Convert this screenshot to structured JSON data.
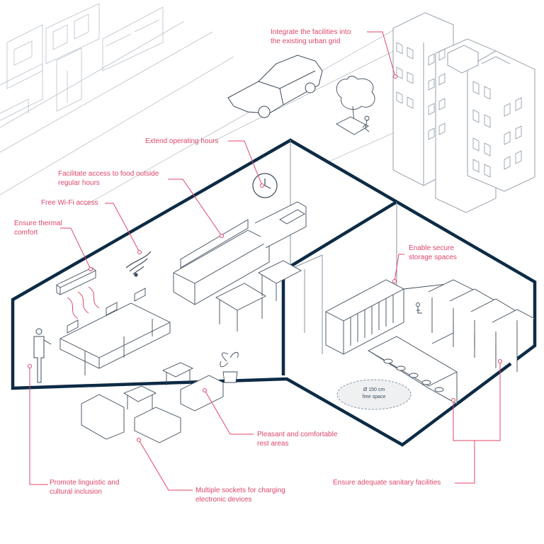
{
  "diagram": {
    "accent_color": "#e0466a",
    "outline_color": "#0d2b45",
    "line_color": "#8a96a3"
  },
  "labels": {
    "urban_grid": "Integrate the facilities into\nthe existing urban grid",
    "operating_hours": "Extend operating hours",
    "food_access": "Facilitate access to food outside\nregular hours",
    "wifi": "Free Wi-Fi access",
    "thermal": "Ensure thermal\ncomfort",
    "storage": "Enable secure\nstorage spaces",
    "rest_areas": "Pleasant and comfortable\nrest areas",
    "inclusion": "Promote linguistic and\ncultural inclusion",
    "sockets": "Multiple sockets for charging\nelectronic devices",
    "sanitary": "Ensure adequate sanitary facilities"
  },
  "free_space": {
    "line1": "Ø 150 cm",
    "line2": "free space"
  },
  "icons": [
    "clock-icon",
    "wifi-icon",
    "plant-icon",
    "car-icon",
    "tree-icon",
    "person-icon",
    "accessible-toilet-icon"
  ]
}
